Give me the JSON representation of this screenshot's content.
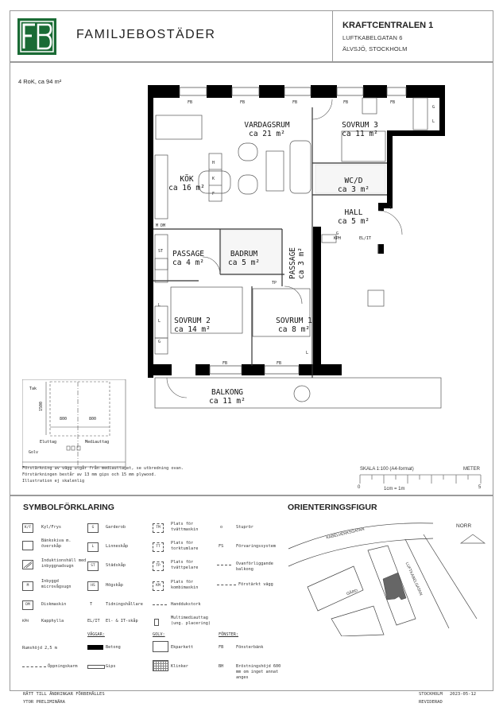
{
  "header": {
    "brand_logo_text": "FB",
    "brand_name": "FAMILJEBOSTÄDER",
    "brand_color": "#1a6b35",
    "property_name": "KRAFTCENTRALEN 1",
    "address": "LUFTKABELGATAN 6",
    "district": "ÄLVSJÖ, STOCKHOLM"
  },
  "apartment": {
    "summary": "4 RoK, ca 94 m²"
  },
  "floorplan": {
    "rooms": [
      {
        "name": "VARDAGSRUM",
        "area": "ca 21 m²"
      },
      {
        "name": "SOVRUM 3",
        "area": "ca 11 m²"
      },
      {
        "name": "KÖK",
        "area": "ca 16 m²"
      },
      {
        "name": "WC/D",
        "area": "ca 3 m²"
      },
      {
        "name": "HALL",
        "area": "ca 5 m²"
      },
      {
        "name": "PASSAGE",
        "area": "ca 4 m²"
      },
      {
        "name": "BADRUM",
        "area": "ca 5 m²"
      },
      {
        "name": "PASSAGE",
        "area": "ca 3 m²"
      },
      {
        "name": "SOVRUM 2",
        "area": "ca 14 m²"
      },
      {
        "name": "SOVRUM 1",
        "area": "ca 8 m²"
      },
      {
        "name": "BALKONG",
        "area": "ca 11 m²"
      }
    ],
    "fb": "FB",
    "codes": {
      "g": "G",
      "l": "L",
      "h": "H",
      "k": "K",
      "f": "F",
      "mdm": "M DM",
      "st": "ST",
      "tp": "TP",
      "t": "T",
      "kph": "KPH",
      "elit": "EL/IT"
    }
  },
  "wall_detail": {
    "tak": "Tak",
    "golv": "Golv",
    "height": "1500",
    "width_left": "800",
    "width_right": "800",
    "eluttag": "Eluttag",
    "mediauttag": "Mediauttag",
    "notes": [
      "Förstärkning av vägg utgår från mediauttaget, se utbredning ovan.",
      "Förstärkningen består av 13 mm gips och 15 mm plywood.",
      "Illustration ej skalenlig"
    ]
  },
  "scale": {
    "label": "SKALA 1:100 (A4-format)",
    "unit": "METER",
    "start": "0",
    "end": "5",
    "ratio": "1cm = 1m"
  },
  "legend": {
    "title": "SYMBOLFÖRKLARING",
    "items": [
      {
        "code": "K/F",
        "label": "Kyl/Frys"
      },
      {
        "code": "",
        "label": "Bänkskiva m. överskåp"
      },
      {
        "code": "",
        "label": "Induktionshäll med inbyggnadsugn"
      },
      {
        "code": "M",
        "label": "Inbyggd microvågsugn"
      },
      {
        "code": "DM",
        "label": "Diskmaskin"
      },
      {
        "code": "KPH",
        "label": "Kapphylla"
      },
      {
        "code": "G",
        "label": "Garderob"
      },
      {
        "code": "L",
        "label": "Linneskåp"
      },
      {
        "code": "ST",
        "label": "Städskåp"
      },
      {
        "code": "HS",
        "label": "Högskåp"
      },
      {
        "code": "T",
        "label": "Tidningshållare"
      },
      {
        "code": "EL/IT",
        "label": "El- & IT-skåp"
      },
      {
        "code": "TM",
        "label": "Plats för tvättmaskin"
      },
      {
        "code": "TT",
        "label": "Plats för torktumlare"
      },
      {
        "code": "TP",
        "label": "Plats för tvättpelare"
      },
      {
        "code": "KM",
        "label": "Plats för kombimaskin"
      },
      {
        "code": "",
        "label": "Handdukstork"
      },
      {
        "code": "",
        "label": "Multimediauttag (ung. placering)"
      },
      {
        "code": "o",
        "label": "Stuprör"
      },
      {
        "code": "FS",
        "label": "Förvaringssystem"
      },
      {
        "code": "",
        "label": "Ovanförliggande balkong"
      },
      {
        "code": "",
        "label": "Förstärkt vägg"
      }
    ],
    "room_height": "Rumshöjd 2,5 m",
    "opening": "Öppningskarm",
    "walls_title": "VÄGGAR:",
    "walls": [
      {
        "label": "Betong"
      },
      {
        "label": "Gips"
      }
    ],
    "floor_title": "GOLV:",
    "floors": [
      {
        "label": "Ekparkett"
      },
      {
        "label": "Klinker"
      }
    ],
    "window_title": "FÖNSTER:",
    "windows": [
      {
        "code": "FB",
        "label": "Fönsterbänk"
      },
      {
        "code": "BH",
        "label": "Bröstningshöjd 600 mm om inget annat anges"
      }
    ]
  },
  "orientation": {
    "title": "ORIENTERINGSFIGUR",
    "north": "NORR",
    "streets": [
      "KABELVERKSGATAN",
      "LUFTKABELGATAN"
    ],
    "yard": "GÅRD"
  },
  "footer": {
    "left_line1": "RÄTT TILL ÄNDRINGAR FÖRBEHÅLLES",
    "left_line2": "YTOR PRELIMINÄRA",
    "city": "STOCKHOLM",
    "date": "2023-05-12",
    "status": "REVIDERAD"
  }
}
